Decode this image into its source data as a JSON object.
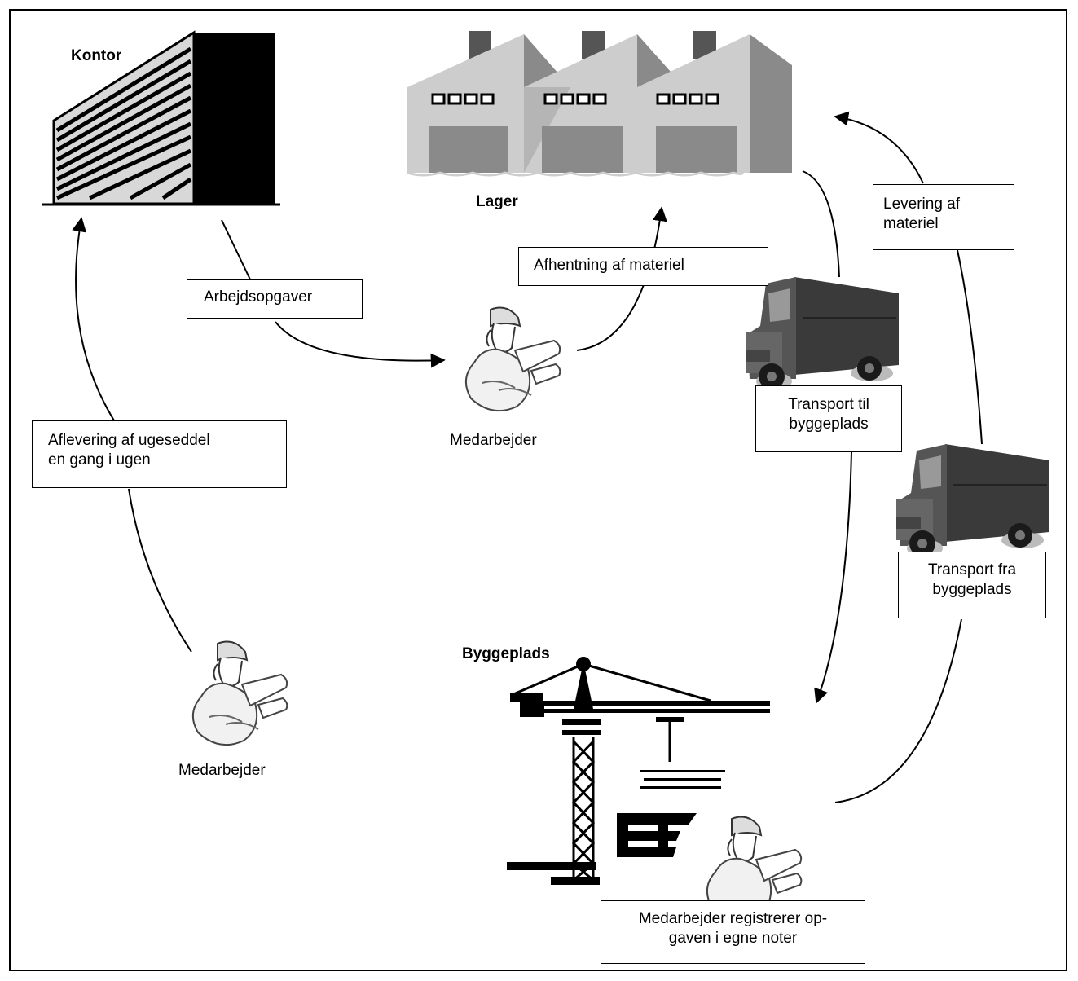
{
  "places": {
    "office": "Kontor",
    "warehouse": "Lager",
    "site": "Byggeplads"
  },
  "workers": {
    "middle": "Medarbejder",
    "left": "Medarbejder"
  },
  "boxes": {
    "tasks": "Arbejdsopgaver",
    "pickup": "Afhentning af materiel",
    "delivery": "Levering af\nmateriel",
    "transport_to": "Transport til\nbyggeplads",
    "transport_from": "Transport fra\nbyggeplads",
    "timesheet": "Aflevering af ugeseddel\nen gang i ugen",
    "register": "Medarbejder registrerer op-\ngaven i egne noter"
  },
  "colors": {
    "light_gray": "#c8c8c8",
    "mid_gray": "#8a8a8a",
    "dark_gray": "#555555",
    "truck": "#3a3a3a"
  }
}
